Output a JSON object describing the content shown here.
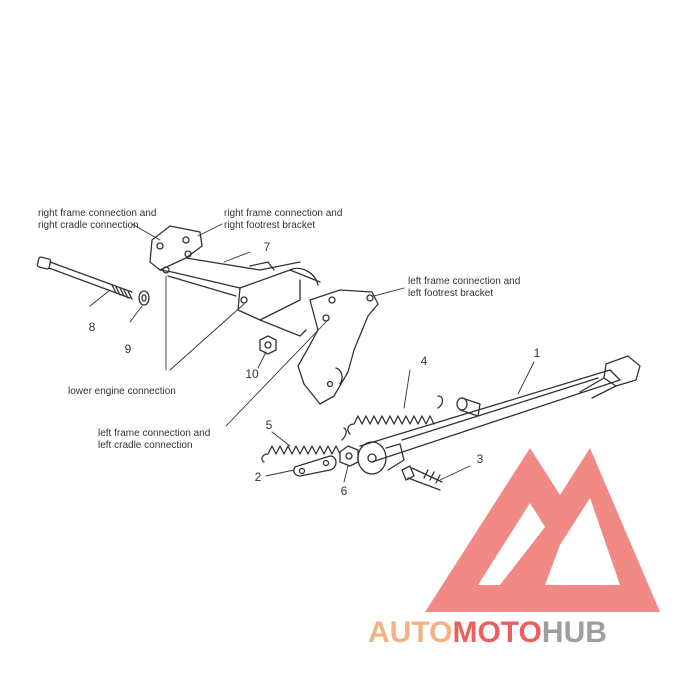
{
  "callouts": {
    "right_frame_cradle": [
      "right frame connection and",
      "right cradle connection"
    ],
    "right_frame_footrest": [
      "right frame connection and",
      "right footrest bracket"
    ],
    "left_frame_footrest": [
      "left frame connection and",
      "left footrest bracket"
    ],
    "lower_engine": "lower engine connection",
    "left_frame_cradle": [
      "left frame connection and",
      "left cradle connection"
    ]
  },
  "part_numbers": {
    "p1": "1",
    "p2": "2",
    "p3": "3",
    "p4": "4",
    "p5": "5",
    "p6": "6",
    "p7": "7",
    "p8": "8",
    "p9": "9",
    "p10": "10"
  },
  "logo": {
    "part_a": "AUTO",
    "part_b": "MOTO",
    "part_c": "HUB",
    "color_a": "#f5b183",
    "color_b": "#e8615e",
    "color_c": "#9e9e9e",
    "mark_color": "#ee7470"
  },
  "colors": {
    "line": "#333333",
    "bg": "#ffffff"
  }
}
